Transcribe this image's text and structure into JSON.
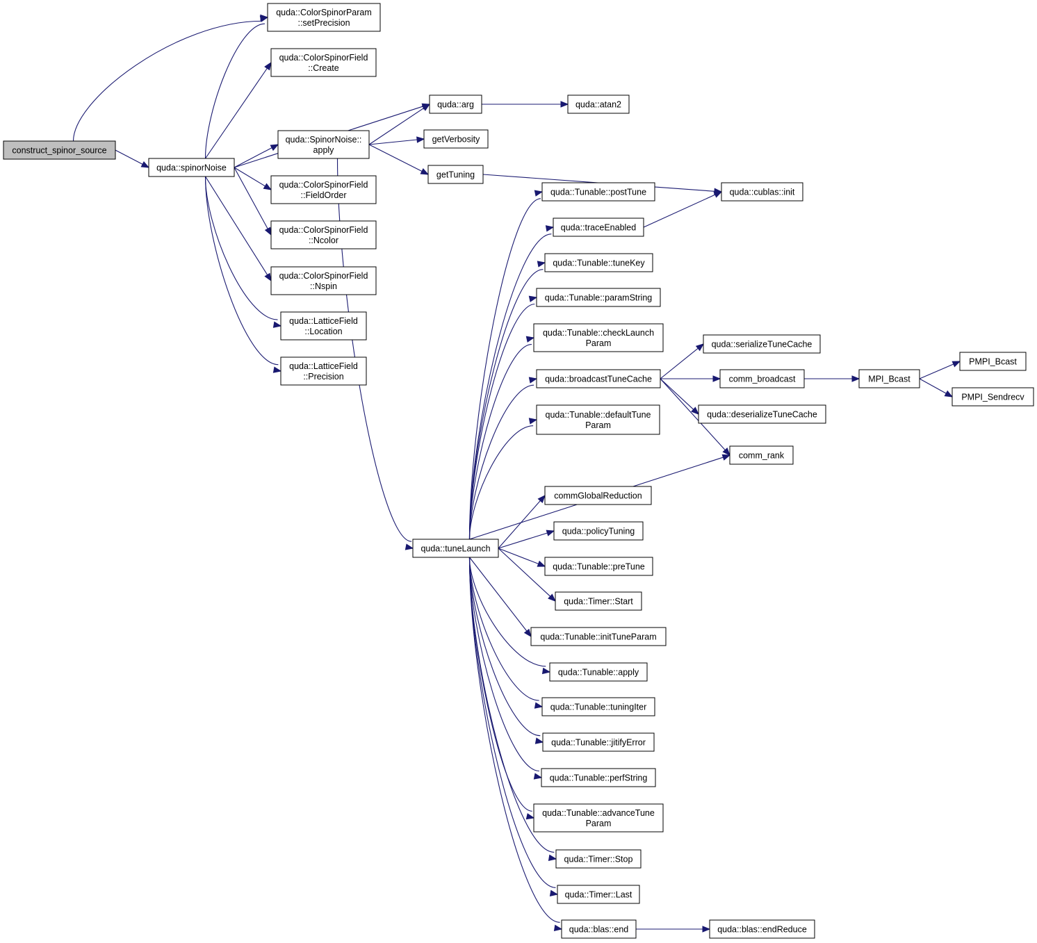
{
  "colors": {
    "edge": "#191970",
    "node_fill": "#ffffff",
    "root_fill": "#bfbfbf",
    "node_border": "#000000"
  },
  "nodes": {
    "construct_spinor_source": {
      "lines": [
        "construct_spinor_source"
      ],
      "root": true
    },
    "spinorNoise": {
      "lines": [
        "quda::spinorNoise"
      ]
    },
    "setPrecision": {
      "lines": [
        "quda::ColorSpinorParam",
        "::setPrecision"
      ]
    },
    "Create": {
      "lines": [
        "quda::ColorSpinorField",
        "::Create"
      ]
    },
    "SpinorNoiseApply": {
      "lines": [
        "quda::SpinorNoise::",
        "apply"
      ]
    },
    "FieldOrder": {
      "lines": [
        "quda::ColorSpinorField",
        "::FieldOrder"
      ]
    },
    "Ncolor": {
      "lines": [
        "quda::ColorSpinorField",
        "::Ncolor"
      ]
    },
    "Nspin": {
      "lines": [
        "quda::ColorSpinorField",
        "::Nspin"
      ]
    },
    "Location": {
      "lines": [
        "quda::LatticeField",
        "::Location"
      ]
    },
    "Precision": {
      "lines": [
        "quda::LatticeField",
        "::Precision"
      ]
    },
    "arg": {
      "lines": [
        "quda::arg"
      ]
    },
    "atan2": {
      "lines": [
        "quda::atan2"
      ]
    },
    "getVerbosity": {
      "lines": [
        "getVerbosity"
      ]
    },
    "getTuning": {
      "lines": [
        "getTuning"
      ]
    },
    "cublasInit": {
      "lines": [
        "quda::cublas::init"
      ]
    },
    "postTune": {
      "lines": [
        "quda::Tunable::postTune"
      ]
    },
    "traceEnabled": {
      "lines": [
        "quda::traceEnabled"
      ]
    },
    "tuneKey": {
      "lines": [
        "quda::Tunable::tuneKey"
      ]
    },
    "paramString": {
      "lines": [
        "quda::Tunable::paramString"
      ]
    },
    "checkLaunchParam": {
      "lines": [
        "quda::Tunable::checkLaunch",
        "Param"
      ]
    },
    "broadcastTuneCache": {
      "lines": [
        "quda::broadcastTuneCache"
      ]
    },
    "serializeTuneCache": {
      "lines": [
        "quda::serializeTuneCache"
      ]
    },
    "comm_broadcast": {
      "lines": [
        "comm_broadcast"
      ]
    },
    "MPI_Bcast": {
      "lines": [
        "MPI_Bcast"
      ]
    },
    "PMPI_Bcast": {
      "lines": [
        "PMPI_Bcast"
      ]
    },
    "PMPI_Sendrecv": {
      "lines": [
        "PMPI_Sendrecv"
      ]
    },
    "deserializeTuneCache": {
      "lines": [
        "quda::deserializeTuneCache"
      ]
    },
    "defaultTuneParam": {
      "lines": [
        "quda::Tunable::defaultTune",
        "Param"
      ]
    },
    "comm_rank": {
      "lines": [
        "comm_rank"
      ]
    },
    "commGlobalReduction": {
      "lines": [
        "commGlobalReduction"
      ]
    },
    "tuneLaunch": {
      "lines": [
        "quda::tuneLaunch"
      ]
    },
    "policyTuning": {
      "lines": [
        "quda::policyTuning"
      ]
    },
    "preTune": {
      "lines": [
        "quda::Tunable::preTune"
      ]
    },
    "timerStart": {
      "lines": [
        "quda::Timer::Start"
      ]
    },
    "initTuneParam": {
      "lines": [
        "quda::Tunable::initTuneParam"
      ]
    },
    "tunableApply": {
      "lines": [
        "quda::Tunable::apply"
      ]
    },
    "tuningIter": {
      "lines": [
        "quda::Tunable::tuningIter"
      ]
    },
    "jitifyError": {
      "lines": [
        "quda::Tunable::jitifyError"
      ]
    },
    "perfString": {
      "lines": [
        "quda::Tunable::perfString"
      ]
    },
    "advanceTuneParam": {
      "lines": [
        "quda::Tunable::advanceTune",
        "Param"
      ]
    },
    "timerStop": {
      "lines": [
        "quda::Timer::Stop"
      ]
    },
    "timerLast": {
      "lines": [
        "quda::Timer::Last"
      ]
    },
    "blasEnd": {
      "lines": [
        "quda::blas::end"
      ]
    },
    "endReduce": {
      "lines": [
        "quda::blas::endReduce"
      ]
    }
  },
  "edges": [
    [
      "construct_spinor_source",
      "setPrecision"
    ],
    [
      "construct_spinor_source",
      "spinorNoise"
    ],
    [
      "spinorNoise",
      "setPrecision"
    ],
    [
      "spinorNoise",
      "Create"
    ],
    [
      "spinorNoise",
      "arg"
    ],
    [
      "spinorNoise",
      "SpinorNoiseApply"
    ],
    [
      "spinorNoise",
      "FieldOrder"
    ],
    [
      "spinorNoise",
      "Ncolor"
    ],
    [
      "spinorNoise",
      "Nspin"
    ],
    [
      "spinorNoise",
      "Location"
    ],
    [
      "spinorNoise",
      "Precision"
    ],
    [
      "SpinorNoiseApply",
      "arg"
    ],
    [
      "SpinorNoiseApply",
      "getVerbosity"
    ],
    [
      "SpinorNoiseApply",
      "getTuning"
    ],
    [
      "SpinorNoiseApply",
      "tuneLaunch"
    ],
    [
      "arg",
      "atan2"
    ],
    [
      "getTuning",
      "cublasInit"
    ],
    [
      "traceEnabled",
      "cublasInit"
    ],
    [
      "tuneLaunch",
      "postTune"
    ],
    [
      "tuneLaunch",
      "traceEnabled"
    ],
    [
      "tuneLaunch",
      "tuneKey"
    ],
    [
      "tuneLaunch",
      "paramString"
    ],
    [
      "tuneLaunch",
      "checkLaunchParam"
    ],
    [
      "tuneLaunch",
      "broadcastTuneCache"
    ],
    [
      "tuneLaunch",
      "defaultTuneParam"
    ],
    [
      "tuneLaunch",
      "comm_rank"
    ],
    [
      "tuneLaunch",
      "commGlobalReduction"
    ],
    [
      "tuneLaunch",
      "policyTuning"
    ],
    [
      "tuneLaunch",
      "preTune"
    ],
    [
      "tuneLaunch",
      "timerStart"
    ],
    [
      "tuneLaunch",
      "initTuneParam"
    ],
    [
      "tuneLaunch",
      "tunableApply"
    ],
    [
      "tuneLaunch",
      "tuningIter"
    ],
    [
      "tuneLaunch",
      "jitifyError"
    ],
    [
      "tuneLaunch",
      "perfString"
    ],
    [
      "tuneLaunch",
      "advanceTuneParam"
    ],
    [
      "tuneLaunch",
      "timerStop"
    ],
    [
      "tuneLaunch",
      "timerLast"
    ],
    [
      "tuneLaunch",
      "blasEnd"
    ],
    [
      "broadcastTuneCache",
      "serializeTuneCache"
    ],
    [
      "broadcastTuneCache",
      "comm_broadcast"
    ],
    [
      "broadcastTuneCache",
      "deserializeTuneCache"
    ],
    [
      "broadcastTuneCache",
      "comm_rank"
    ],
    [
      "comm_broadcast",
      "MPI_Bcast"
    ],
    [
      "MPI_Bcast",
      "PMPI_Bcast"
    ],
    [
      "MPI_Bcast",
      "PMPI_Sendrecv"
    ],
    [
      "blasEnd",
      "endReduce"
    ]
  ]
}
